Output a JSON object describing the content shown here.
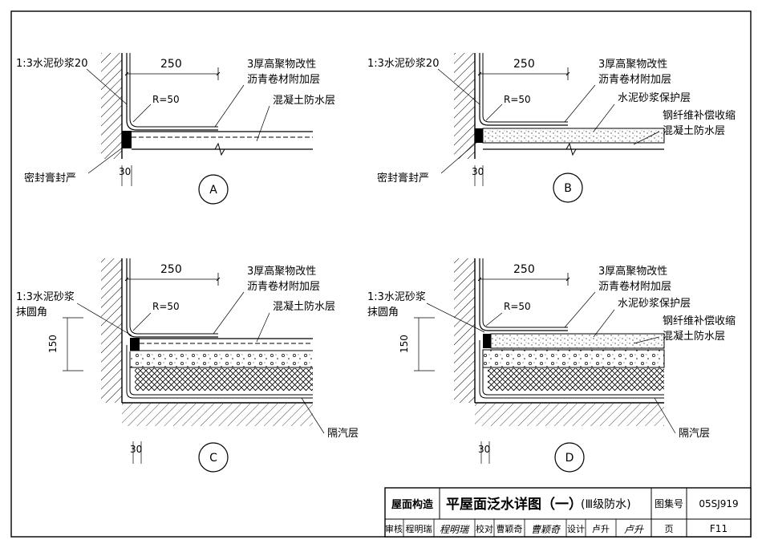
{
  "detail_A": {
    "label": "A",
    "mortar": "1:3水泥砂浆20",
    "dim_width": "250",
    "radius": "R=50",
    "membrane_line1": "3厚高聚物改性",
    "membrane_line2": "沥青卷材附加层",
    "concrete": "混凝土防水层",
    "sealant": "密封膏封严",
    "dim_gap": "30"
  },
  "detail_B": {
    "label": "B",
    "mortar": "1:3水泥砂浆20",
    "dim_width": "250",
    "radius": "R=50",
    "membrane_line1": "3厚高聚物改性",
    "membrane_line2": "沥青卷材附加层",
    "protection": "水泥砂浆保护层",
    "fiber_line1": "钢纤维补偿收缩",
    "fiber_line2": "混凝土防水层",
    "sealant": "密封膏封严",
    "dim_gap": "30"
  },
  "detail_C": {
    "label": "C",
    "mortar": "1:3水泥砂浆",
    "round": "抹圆角",
    "dim_width": "250",
    "radius": "R=50",
    "dim_height": "150",
    "membrane_line1": "3厚高聚物改性",
    "membrane_line2": "沥青卷材附加层",
    "concrete": "混凝土防水层",
    "vapor": "隔汽层",
    "dim_gap": "30"
  },
  "detail_D": {
    "label": "D",
    "mortar": "1:3水泥砂浆",
    "round": "抹圆角",
    "dim_width": "250",
    "radius": "R=50",
    "dim_height": "150",
    "membrane_line1": "3厚高聚物改性",
    "membrane_line2": "沥青卷材附加层",
    "protection": "水泥砂浆保护层",
    "fiber_line1": "钢纤维补偿收缩",
    "fiber_line2": "混凝土防水层",
    "vapor": "隔汽层",
    "dim_gap": "30"
  },
  "title_block": {
    "category": "屋面构造",
    "title": "平屋面泛水详图（一）",
    "subtitle": "(Ⅲ级防水)",
    "atlas_label": "图集号",
    "atlas_number": "05SJ919",
    "page_label": "页",
    "page_number": "F11",
    "review_label": "审核",
    "reviewer": "程明瑞",
    "reviewer_sign": "程明瑞",
    "check_label": "校对",
    "checker": "曹颖奇",
    "checker_sign": "曹颖奇",
    "design_label": "设计",
    "designer": "卢升",
    "designer_sign": "卢升"
  }
}
